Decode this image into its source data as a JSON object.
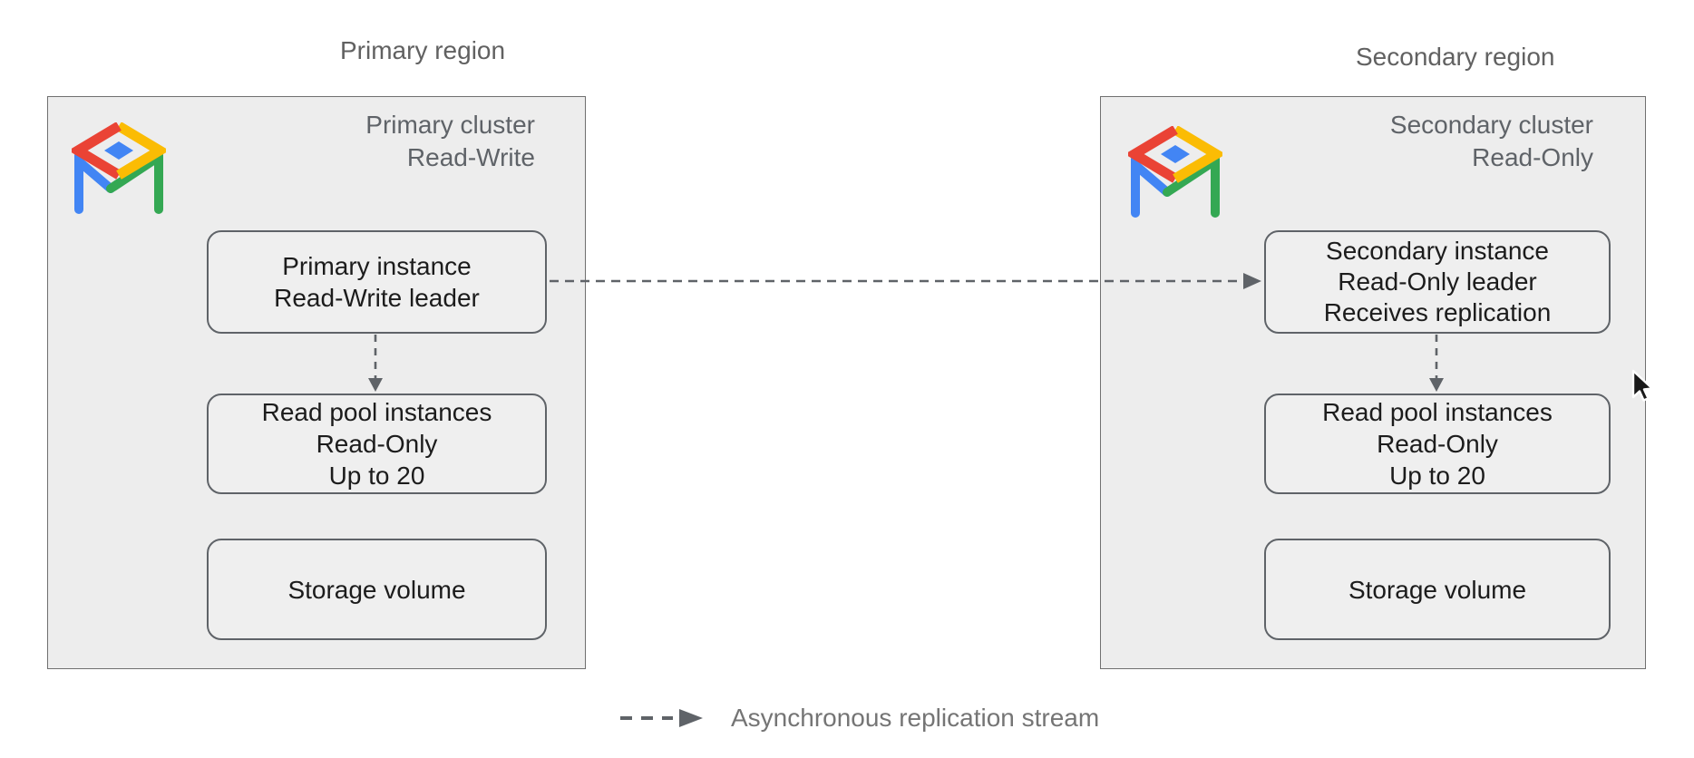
{
  "legend": {
    "label": "Asynchronous replication stream"
  },
  "primary": {
    "region_label": "Primary region",
    "cluster_title_lines": [
      "Primary cluster",
      "Read-Write"
    ],
    "instance_lines": [
      "Primary instance",
      "Read-Write leader"
    ],
    "read_pool_lines": [
      "Read pool instances",
      "Read-Only",
      "Up to 20"
    ],
    "storage_label": "Storage volume"
  },
  "secondary": {
    "region_label": "Secondary region",
    "cluster_title_lines": [
      "Secondary cluster",
      "Read-Only"
    ],
    "instance_lines": [
      "Secondary instance",
      "Read-Only leader",
      "Receives replication"
    ],
    "read_pool_lines": [
      "Read pool instances",
      "Read-Only",
      "Up to 20"
    ],
    "storage_label": "Storage volume"
  },
  "icons": {
    "cluster_logo": "alloydb-logo",
    "pointer": "mouse-cursor-icon"
  },
  "colors": {
    "cluster_bg": "#EDEDED",
    "cluster_border": "#707070",
    "node_bg": "#EFEFEF",
    "node_border": "#5F6368",
    "node_text": "#1C1C1C",
    "cluster_title_text": "#5F6368",
    "region_text": "#616161",
    "legend_text": "#757575",
    "arrow": "#5F6368",
    "logo_red": "#EA4335",
    "logo_yellow": "#FBBC04",
    "logo_green": "#34A853",
    "logo_blue": "#4285F4"
  }
}
